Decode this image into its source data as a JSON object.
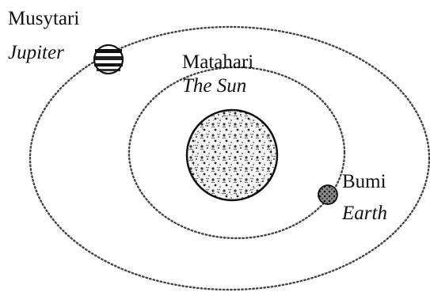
{
  "labels": {
    "jupiter": {
      "ms": "Musytari",
      "en": "Jupiter"
    },
    "sun": {
      "ms": "Matahari",
      "en": "The Sun"
    },
    "earth": {
      "ms": "Bumi",
      "en": "Earth"
    }
  },
  "colors": {
    "ink": "#1a1a1a",
    "orbit": "#444444",
    "background": "#ffffff"
  }
}
